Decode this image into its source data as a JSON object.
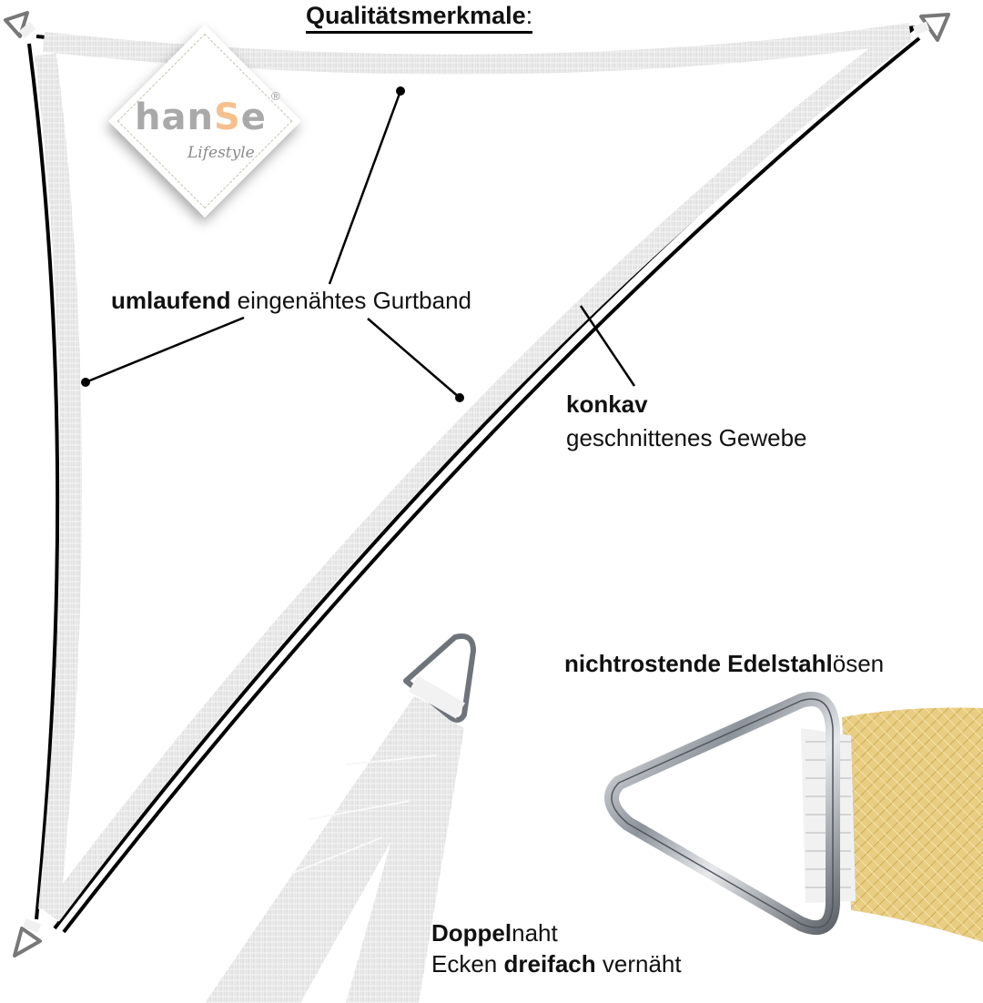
{
  "title": {
    "text": "Qualitätsmerkmale",
    "suffix": ":"
  },
  "logo": {
    "brand_pre": "han",
    "brand_accent": "S",
    "brand_post": "e",
    "registered": "®",
    "tagline": "Lifestyle",
    "accent_color": "#f6c08e",
    "gray_color": "#a9a9a9"
  },
  "features": {
    "webbing": {
      "bold": "umlaufend",
      "rest": " eingenähtes Gurtband"
    },
    "concave": {
      "bold": "konkav",
      "rest": "geschnittenes Gewebe"
    },
    "rings": {
      "bold": "nichtrostende Edelstahl",
      "rest": "ösen"
    },
    "seam": {
      "bold1": "Doppel",
      "rest1": "naht",
      "pre2": "Ecken ",
      "bold2": "dreifach",
      "rest2": " vernäht"
    }
  },
  "colors": {
    "fabric": "#e6c97a",
    "webbing": "#e9e9e9",
    "steel": "#b8bcc2",
    "line": "#000000"
  }
}
